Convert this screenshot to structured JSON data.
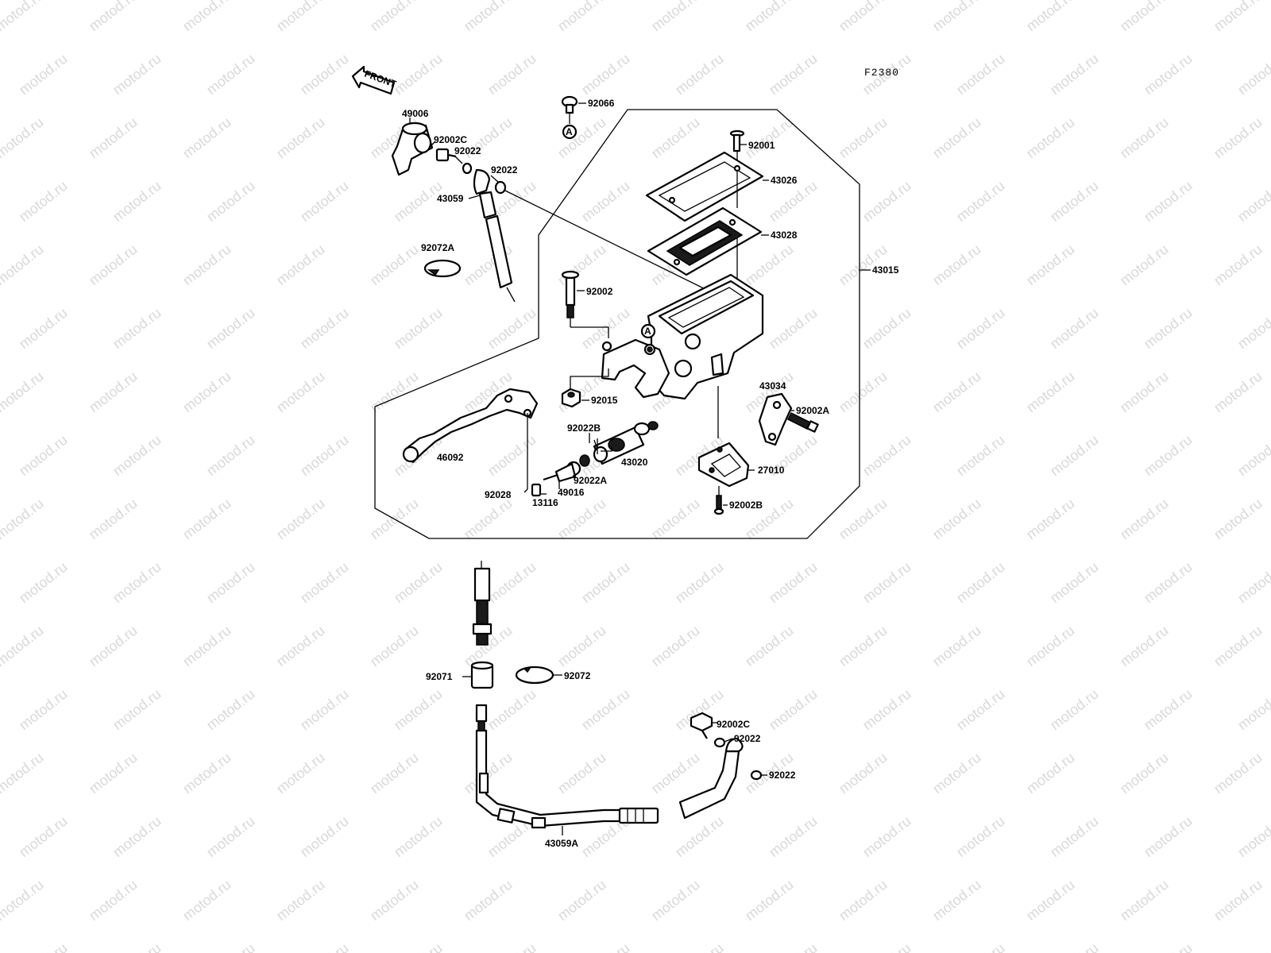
{
  "watermark": "motod.ru",
  "diagram_code": "F2380",
  "front_label": "FRONT",
  "ref_mark": "A",
  "labels": {
    "p49006": "49006",
    "p92002C_top": "92002C",
    "p92022_a": "92022",
    "p92022_b": "92022",
    "p43059": "43059",
    "p92066": "92066",
    "p92001": "92001",
    "p43026": "43026",
    "p43028": "43028",
    "p43015": "43015",
    "p92072A": "92072A",
    "p92002": "92002",
    "p43034": "43034",
    "p92002A": "92002A",
    "p92015": "92015",
    "p92022B": "92022B",
    "p46092": "46092",
    "p43020": "43020",
    "p27010": "27010",
    "p92022A": "92022A",
    "p49016": "49016",
    "p92028": "92028",
    "p13116": "13116",
    "p92002B": "92002B",
    "p92071": "92071",
    "p92072": "92072",
    "p92002C_bot": "92002C",
    "p92022_c": "92022",
    "p92022_d": "92022",
    "p43059A": "43059A"
  }
}
